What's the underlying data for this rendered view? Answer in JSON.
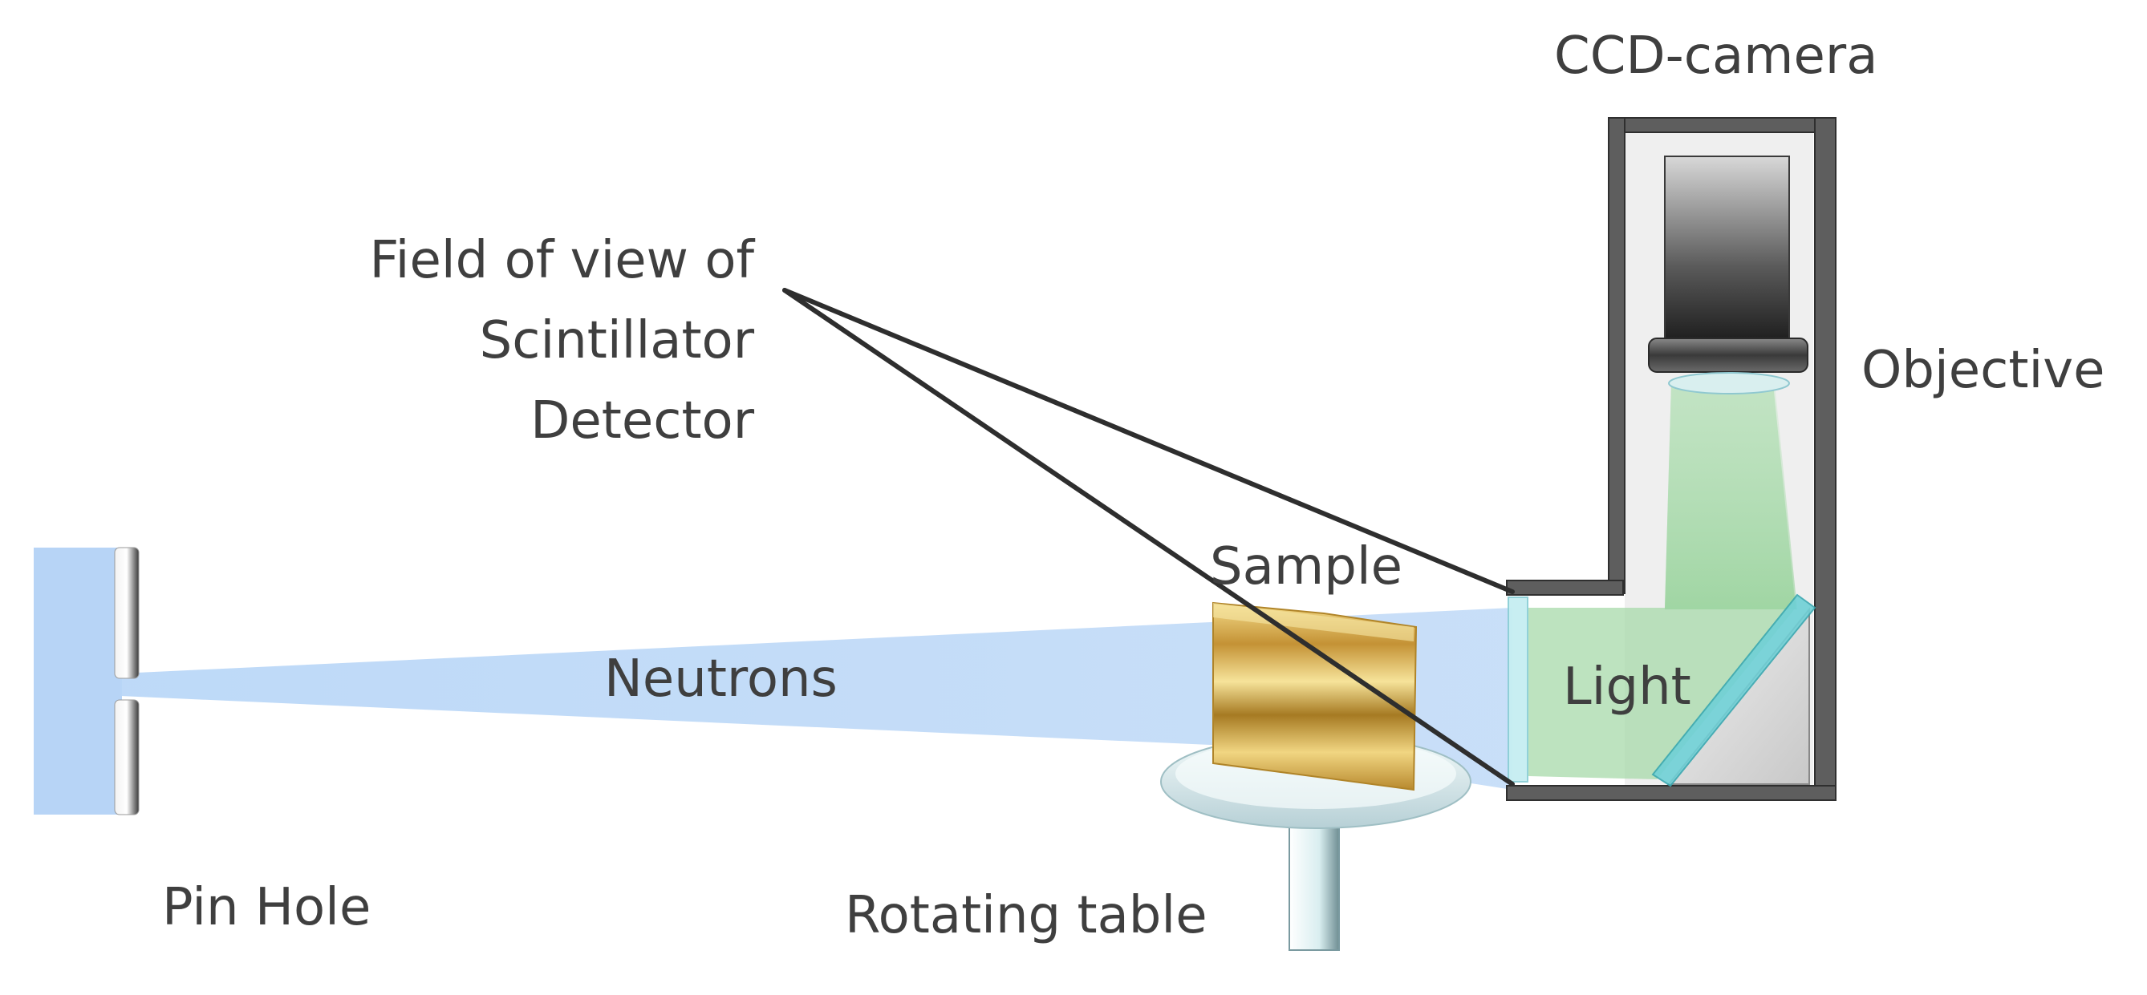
{
  "labels": {
    "ccd_camera": "CCD-camera",
    "field_of_view_lines": [
      "Field of view of",
      "Scintillator",
      "Detector"
    ],
    "objective": "Objective",
    "sample": "Sample",
    "neutrons": "Neutrons",
    "light": "Light",
    "pin_hole": "Pin Hole",
    "rotating_table": "Rotating table"
  },
  "colors": {
    "neutron_beam": "#b5d3f5",
    "light_green": "#9ed6a0",
    "housing": "#5c5c5c",
    "sample_gold": "#c9a040",
    "scintillator": "#bfe9ee",
    "mirror": "#6fd0d6",
    "text": "#3f3f3f"
  }
}
